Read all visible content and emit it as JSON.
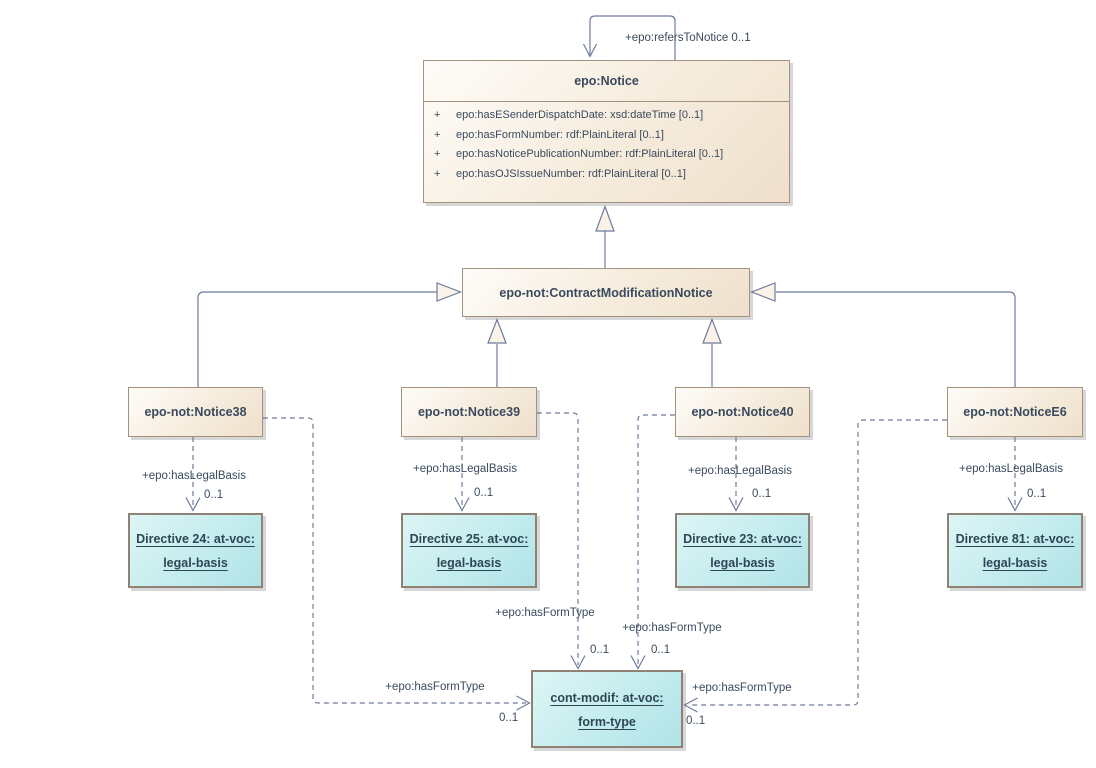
{
  "colors": {
    "connector_line": "#6d7b9c",
    "cream_fill_start": "#fefcf9",
    "cream_fill_end": "#efe0cc",
    "teal_fill_start": "#ddf5f5",
    "teal_fill_end": "#b0e3e7",
    "box_border": "#a3927e",
    "text": "#3a4a5e"
  },
  "notice": {
    "title": "epo:Notice",
    "visibility": "+",
    "attributes": [
      "epo:hasESenderDispatchDate: xsd:dateTime [0..1]",
      "epo:hasFormNumber: rdf:PlainLiteral [0..1]",
      "epo:hasNoticePublicationNumber: rdf:PlainLiteral [0..1]",
      "epo:hasOJSIssueNumber: rdf:PlainLiteral [0..1]"
    ],
    "self_ref_label": "+epo:refersToNotice 0..1"
  },
  "cmn": {
    "title": "epo-not:ContractModificationNotice"
  },
  "columns": [
    {
      "class_title": "epo-not:Notice38",
      "legal_basis": {
        "label": "+epo:hasLegalBasis",
        "multiplicity": "0..1"
      },
      "directive": {
        "line1": "Directive 24: at-voc:",
        "line2": "legal-basis"
      },
      "form_type_link": {
        "label": "+epo:hasFormType",
        "multiplicity": "0..1"
      }
    },
    {
      "class_title": "epo-not:Notice39",
      "legal_basis": {
        "label": "+epo:hasLegalBasis",
        "multiplicity": "0..1"
      },
      "directive": {
        "line1": "Directive 25: at-voc:",
        "line2": "legal-basis"
      },
      "form_type_link": {
        "label": "+epo:hasFormType",
        "multiplicity": "0..1"
      }
    },
    {
      "class_title": "epo-not:Notice40",
      "legal_basis": {
        "label": "+epo:hasLegalBasis",
        "multiplicity": "0..1"
      },
      "directive": {
        "line1": "Directive 23: at-voc:",
        "line2": "legal-basis"
      },
      "form_type_link": {
        "label": "+epo:hasFormType",
        "multiplicity": "0..1"
      }
    },
    {
      "class_title": "epo-not:NoticeE6",
      "legal_basis": {
        "label": "+epo:hasLegalBasis",
        "multiplicity": "0..1"
      },
      "directive": {
        "line1": "Directive 81: at-voc:",
        "line2": "legal-basis"
      },
      "form_type_link": {
        "label": "+epo:hasFormType",
        "multiplicity": "0..1"
      }
    }
  ],
  "form_type": {
    "line1": "cont-modif: at-voc:",
    "line2": "form-type"
  }
}
